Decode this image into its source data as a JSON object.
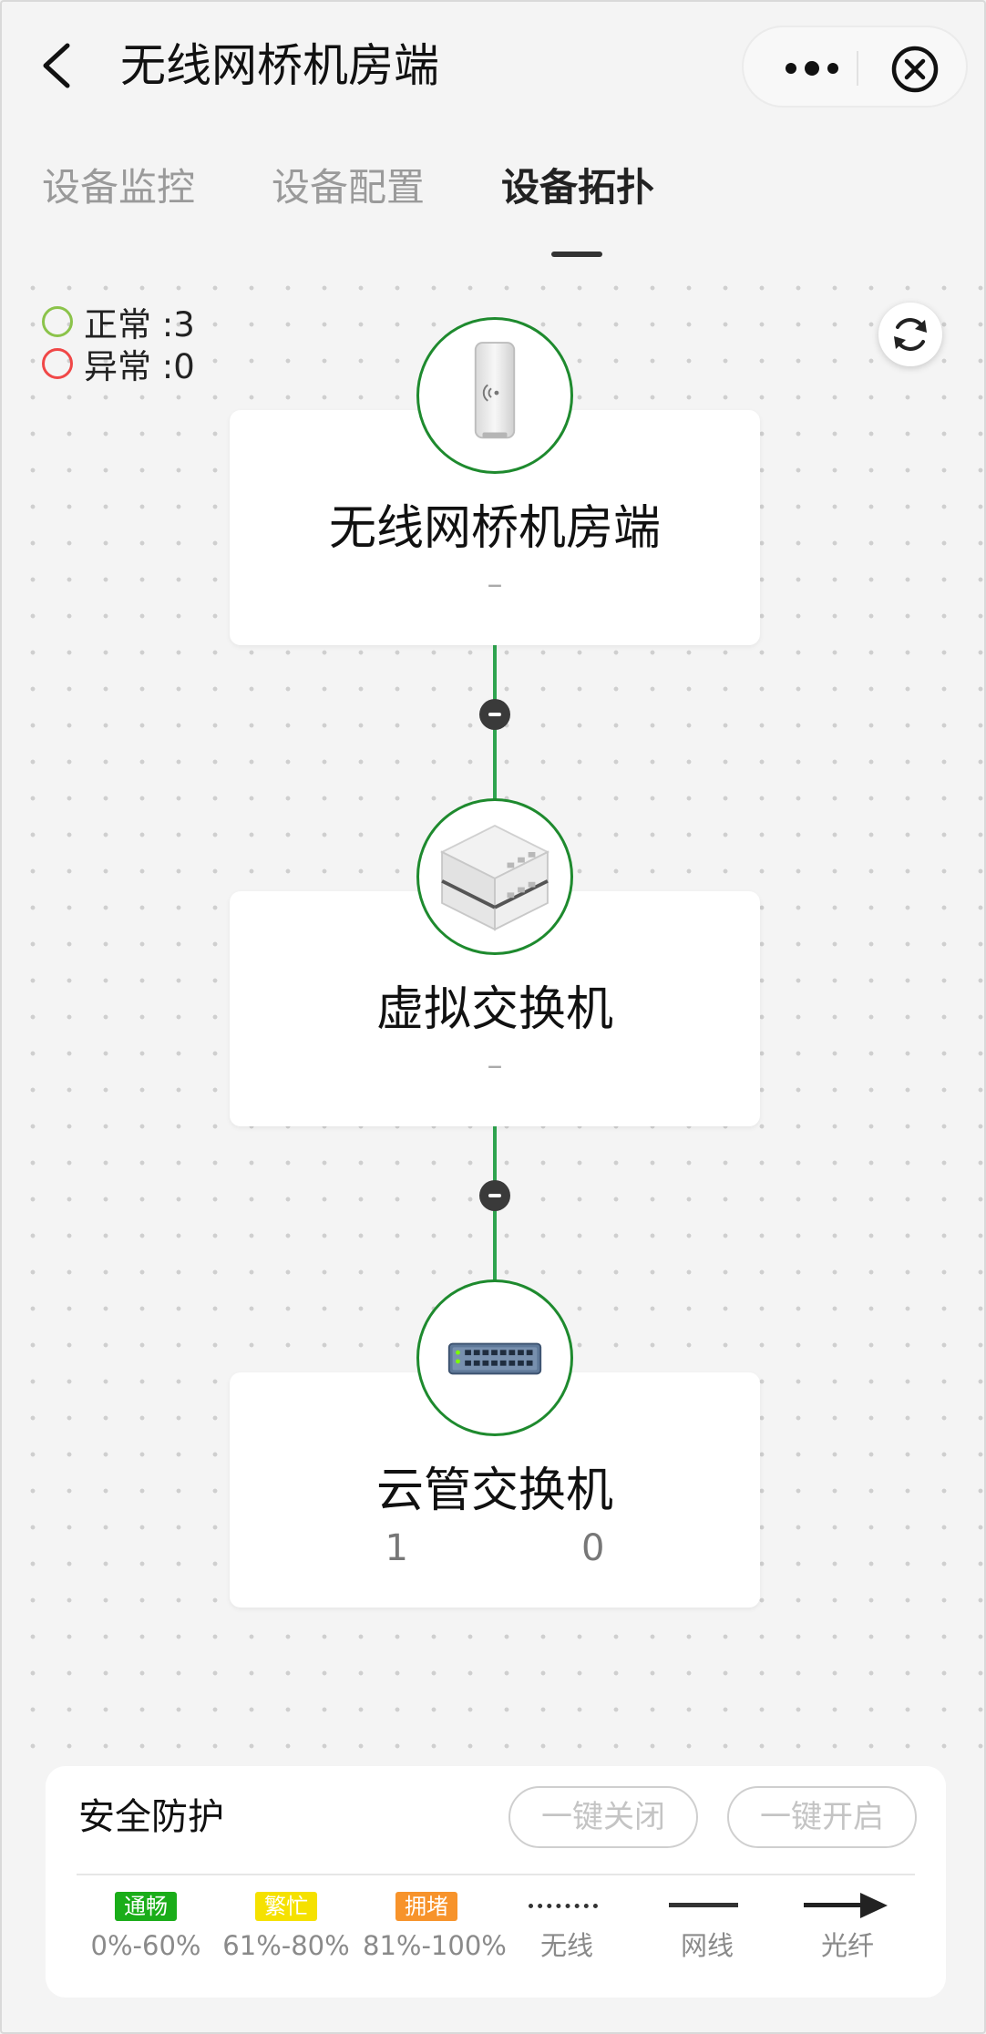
{
  "header": {
    "title": "无线网桥机房端"
  },
  "tabs": [
    {
      "label": "设备监控",
      "active": false
    },
    {
      "label": "设备配置",
      "active": false
    },
    {
      "label": "设备拓扑",
      "active": true
    }
  ],
  "status_legend": {
    "normal": "正常 :3",
    "abnormal": "异常 :0"
  },
  "nodes": [
    {
      "name": "无线网桥机房端",
      "sub": "–",
      "icon": "wireless-bridge-icon"
    },
    {
      "name": "虚拟交换机",
      "sub": "–",
      "icon": "virtual-switch-icon"
    },
    {
      "name": "云管交换机",
      "ip_prefix": "1",
      "ip_suffix": "0",
      "icon": "cloud-switch-icon"
    }
  ],
  "panel": {
    "title": "安全防护",
    "close_all": "一键关闭",
    "open_all": "一键开启",
    "legend": [
      {
        "badge": "通畅",
        "range": "0%-60%",
        "color": "#1aad19"
      },
      {
        "badge": "繁忙",
        "range": "61%-80%",
        "color": "#f5e100"
      },
      {
        "badge": "拥堵",
        "range": "81%-100%",
        "color": "#f7932b"
      },
      {
        "label": "无线",
        "style": "dotted"
      },
      {
        "label": "网线",
        "style": "solid"
      },
      {
        "label": "光纤",
        "style": "arrow"
      }
    ]
  },
  "colors": {
    "accent_line": "#2ea44f",
    "node_ring": "#1e8a2e",
    "status_ok": "#8bc34a",
    "status_bad": "#f04747"
  }
}
